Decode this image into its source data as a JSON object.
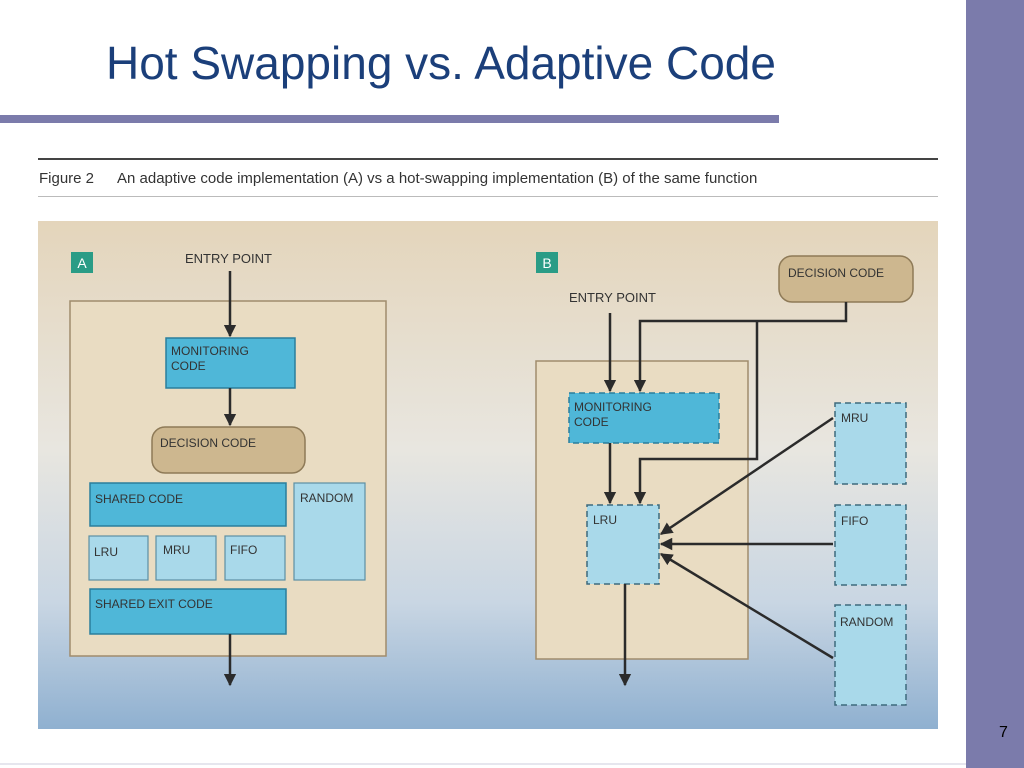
{
  "slide": {
    "title": "Hot Swapping vs. Adaptive Code",
    "page_number": "7"
  },
  "figure": {
    "label": "Figure 2",
    "caption": "An adaptive code implementation (A) vs a hot-swapping implementation (B) of the same function"
  },
  "panel_a": {
    "tag": "A",
    "entry_point": "ENTRY POINT",
    "monitoring_line1": "MONITORING",
    "monitoring_line2": "CODE",
    "decision": "DECISION CODE",
    "shared_code": "SHARED CODE",
    "random": "RANDOM",
    "lru": "LRU",
    "mru": "MRU",
    "fifo": "FIFO",
    "shared_exit": "SHARED EXIT CODE"
  },
  "panel_b": {
    "tag": "B",
    "entry_point": "ENTRY POINT",
    "decision": "DECISION CODE",
    "monitoring_line1": "MONITORING",
    "monitoring_line2": "CODE",
    "lru": "LRU",
    "mru": "MRU",
    "fifo": "FIFO",
    "random": "RANDOM"
  },
  "colors": {
    "title": "#1b3f7a",
    "accent_bar": "#7b7bab",
    "container_fill": "#e9dcc2",
    "box_blue": "#4fb7d8",
    "box_light": "#a9d9ea",
    "decision_fill": "#cdb78f",
    "tag_green": "#2a9c86"
  }
}
